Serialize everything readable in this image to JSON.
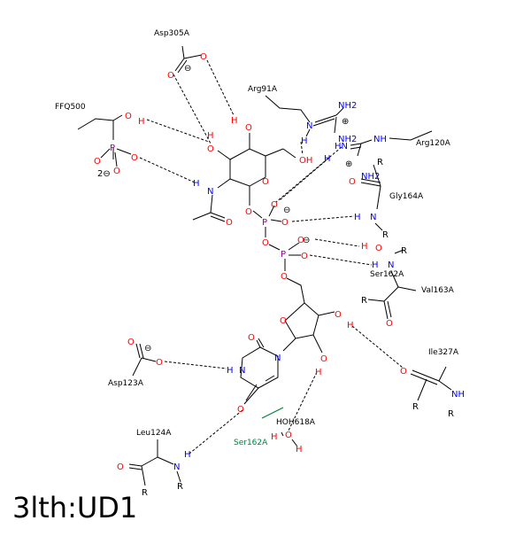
{
  "title": "3lth:UD1",
  "colors": {
    "oxygen": "#ff0000",
    "nitrogen": "#0000ff",
    "phosphorus": "#a000a0",
    "carbon": "#000000",
    "hydrophobic": "#008040"
  },
  "residues": {
    "asp305": "Asp305A",
    "arg91": "Arg91A",
    "ffq500": "FFQ500",
    "arg120": "Arg120A",
    "gly164": "Gly164A",
    "ser162": "Ser162A",
    "val163": "Val163A",
    "ile327": "Ile327A",
    "asp123": "Asp123A",
    "hoh618": "HOH618A",
    "leu124": "Leu124A",
    "ser162_hydrophobic": "Ser162A"
  },
  "symbols": {
    "oxygen": "O",
    "nitrogen": "N",
    "hydrogen": "H",
    "phosphorus": "P",
    "nh": "NH",
    "nh2": "NH2",
    "hn": "HN",
    "oh": "OH",
    "r": "R",
    "minus": "⊖",
    "plus": "⊕",
    "two_minus": "2⊖"
  }
}
